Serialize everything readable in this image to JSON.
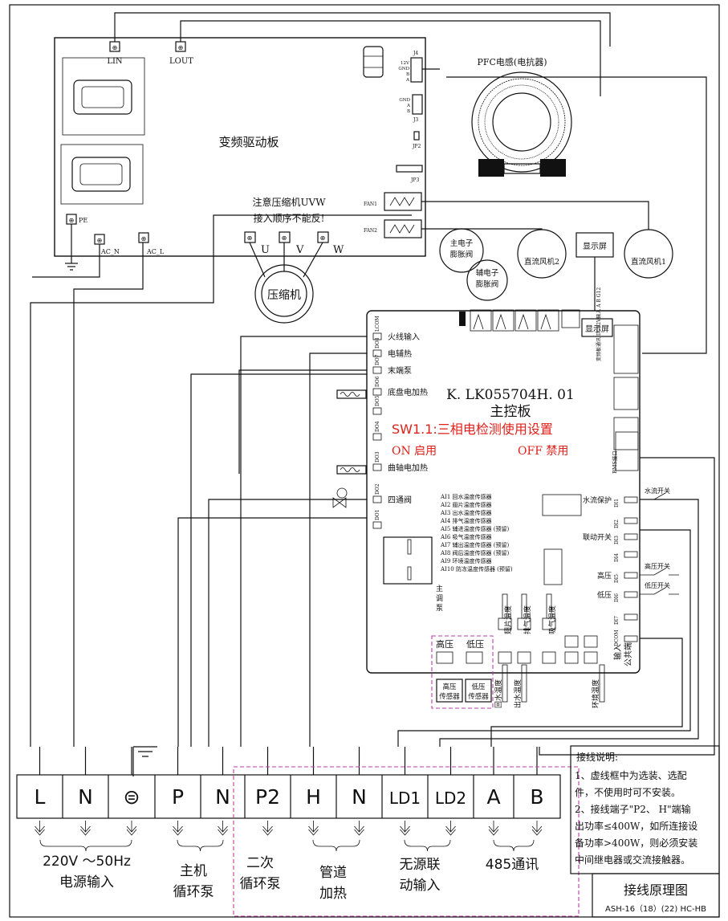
{
  "driver_board": {
    "title": "变频驱动板",
    "lin": "LIN",
    "lout": "LOUT",
    "pe": "PE",
    "ac_n": "AC_N",
    "ac_l": "AC_L",
    "j4": "J4",
    "j4_pins": [
      "12V",
      "GND",
      "B",
      "A"
    ],
    "j3": "J3",
    "j3_pins": [
      "GND",
      "A",
      "B"
    ],
    "jp2": "JP2",
    "jp3": "JP3",
    "fan1": "FAN1",
    "fan2": "FAN2",
    "compressor_note_1": "注意压缩机UVW",
    "compressor_note_2": "接入顺序不能反!",
    "u": "U",
    "v": "V",
    "w": "W",
    "compressor": "压缩机"
  },
  "pfc": "PFC电感(电抗器)",
  "fan_motor_1": "直流风机1",
  "fan_motor_2": "直流风机2",
  "display": "显示屏",
  "main_eev": [
    "主电子",
    "膨胀阀"
  ],
  "aux_eev": [
    "辅电子",
    "膨胀阀"
  ],
  "main_board": {
    "model": "K. LK055704H. 01",
    "title": "主控板",
    "sw_note": "SW1.1:三相电检测使用设置",
    "sw_on": "ON 启用",
    "sw_off": "OFF 禁用",
    "display_label": "显示屏",
    "left_outputs": [
      {
        "pin": "LCOM",
        "label": "火线输入"
      },
      {
        "pin": "DO8",
        "label": "电辅热"
      },
      {
        "pin": "DO7",
        "label": "末端泵"
      },
      {
        "pin": "DO6",
        "label": "底盘电加热"
      },
      {
        "pin": "DO5",
        "label": ""
      },
      {
        "pin": "DO4",
        "label": ""
      },
      {
        "pin": "DO3",
        "label": "曲轴电加热"
      },
      {
        "pin": "DO2",
        "label": "四通阀"
      },
      {
        "pin": "DO1",
        "label": ""
      }
    ],
    "sensors": [
      "AI1 回水温度传感器",
      "AI2 翅片温度传感器",
      "AI3 出水温度传感器",
      "AI4 排气温度传感器",
      "AI5 辅进温度传感器 (预留)",
      "AI6 吸气温度传感器",
      "AI7 辅出温度传感器 (预留)",
      "AI8 阀后温度传感器 (预留)",
      "AI9 环境温度传感器",
      "AI10 防冻温度传感器 (预留)"
    ],
    "right_inputs": [
      {
        "pin": "DI1",
        "label": "水流保护",
        "switch": "水流开关"
      },
      {
        "pin": "DI2",
        "label": "",
        "switch": ""
      },
      {
        "pin": "DI3",
        "label": "联动开关",
        "switch": ""
      },
      {
        "pin": "DI4",
        "label": "",
        "switch": ""
      },
      {
        "pin": "DI5",
        "label": "高压",
        "switch": "高压开关"
      },
      {
        "pin": "DI6",
        "label": "低压",
        "switch": "低压开关"
      },
      {
        "pin": "DI7",
        "label": "",
        "switch": ""
      },
      {
        "pin": "DCOM",
        "label": "",
        "switch": ""
      }
    ],
    "input_common": [
      "输入",
      "公共端"
    ],
    "main_pump": [
      "主",
      "调",
      "泵"
    ],
    "hp_label": "高压",
    "lp_label": "低压",
    "hp_sensor": [
      "高压",
      "传感器"
    ],
    "lp_sensor": [
      "低压",
      "传感器"
    ],
    "bottom_sensors": [
      "回水温度",
      "出水温度",
      "环境温度"
    ],
    "upper_sensors": [
      "翅片温度",
      "排气温度",
      "吸气温度"
    ],
    "bms_label": "BMS接口",
    "dc_label": "变频板通讯 DC12V输入 A B G12"
  },
  "terminals": [
    "L",
    "N",
    "⊜",
    "P",
    "N",
    "P2",
    "H",
    "N",
    "LD1",
    "LD2",
    "A",
    "B"
  ],
  "groups": [
    {
      "lines": [
        "220V ～50Hz",
        "电源输入"
      ]
    },
    {
      "lines": [
        "主机",
        "循环泵"
      ]
    },
    {
      "lines": [
        "二次",
        "循环泵"
      ]
    },
    {
      "lines": [
        "管道",
        "加热"
      ]
    },
    {
      "lines": [
        "无源联",
        "动输入"
      ]
    },
    {
      "lines": [
        "485通讯"
      ]
    }
  ],
  "notes": {
    "heading": "接线说明:",
    "lines": [
      "1、虚线框中为选装、选配",
      "件，不使用时可不安装。",
      "2、接线端子\"P2、 H\"端输",
      "出功率≤400W，如所连接设",
      "备功率>400W，则必须安装",
      "中间继电器或交流接触器。"
    ]
  },
  "footer": {
    "title": "接线原理图",
    "model": "ASH-16（18）(22) HC-HB"
  }
}
